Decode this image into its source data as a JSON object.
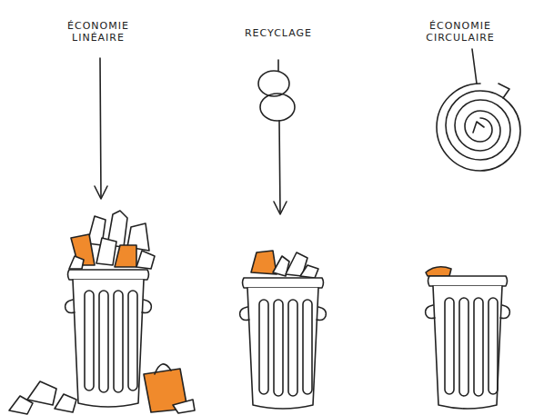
{
  "diagram": {
    "labels": [
      "ÉCONOMIE LINÉAIRE",
      "RECYCLAGE",
      "ÉCONOMIE CIRCULAIRE"
    ]
  }
}
